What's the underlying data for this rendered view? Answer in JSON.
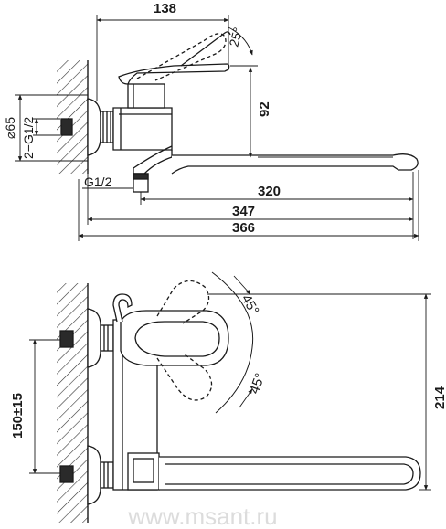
{
  "drawing": {
    "top_view": {
      "dims": {
        "d138": "138",
        "angle_up": "25°",
        "d92": "92",
        "d65": "⌀65",
        "thread_wall": "2−G1/2",
        "thread_outlet": "G1/2",
        "d320": "320",
        "d347": "347",
        "d366": "366"
      }
    },
    "front_view": {
      "dims": {
        "angle_a": "45°",
        "angle_b": "45°",
        "d150": "150±15",
        "d214": "214"
      }
    },
    "watermark": "www.msant.ru"
  },
  "colors": {
    "line": "#1a1a1a",
    "hatch": "#333333",
    "watermark": "#dcdcdc"
  }
}
